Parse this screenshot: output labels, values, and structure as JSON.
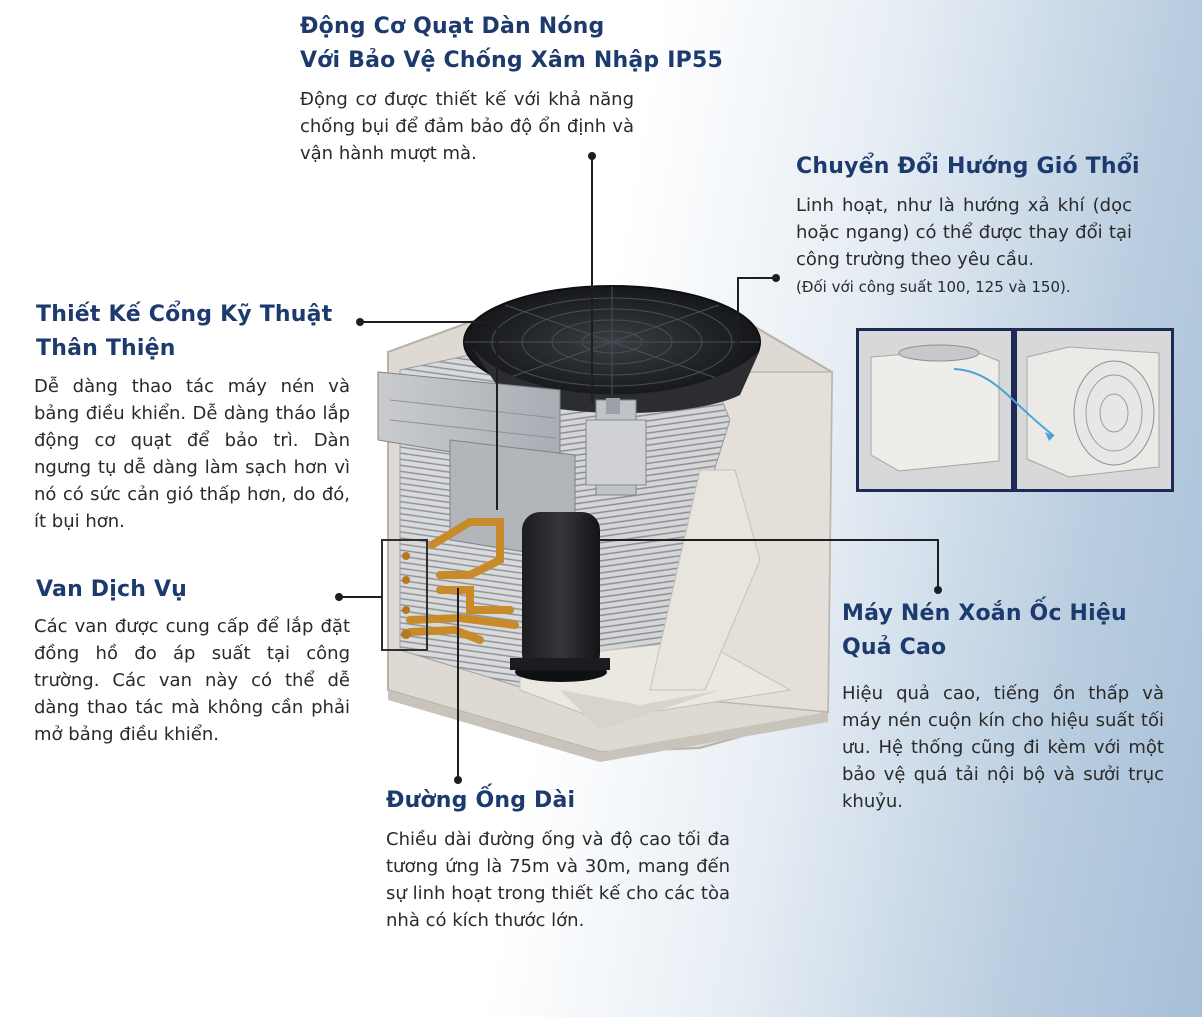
{
  "motor": {
    "title_line1": "Động Cơ Quạt Dàn Nóng",
    "title_line2": "Với Bảo Vệ Chống Xâm Nhập IP55",
    "desc": "Động cơ được thiết kế với khả năng chống bụi để đảm bảo độ ổn định và vận hành mượt mà."
  },
  "airflow": {
    "title": "Chuyển Đổi Hướng Gió Thổi",
    "desc": "Linh hoạt, như là hướng xả khí (dọc hoặc ngang) có thể được thay đổi tại công trường theo yêu cầu.",
    "note": "(Đối với công suất 100, 125 và 150)."
  },
  "design": {
    "title_line1": "Thiết Kế Cổng Kỹ Thuật",
    "title_line2": "Thân Thiện",
    "desc": "Dễ dàng thao tác máy nén và bảng điều khiển. Dễ dàng tháo lắp động cơ quạt để bảo trì. Dàn ngưng tụ dễ dàng làm sạch hơn vì nó có sức cản gió thấp hơn, do đó, ít bụi hơn."
  },
  "valve": {
    "title": "Van Dịch Vụ",
    "desc": "Các van được cung cấp để lắp đặt đồng hồ đo áp suất tại công trường. Các van này có thể dễ dàng thao tác mà không cần phải mở bảng điều khiển."
  },
  "compressor": {
    "title_line1": "Máy Nén Xoắn Ốc Hiệu",
    "title_line2": "Quả Cao",
    "desc": "Hiệu quả cao, tiếng ồn thấp và máy nén cuộn kín cho hiệu suất tối ưu. Hệ thống cũng đi kèm với một bảo vệ quá tải nội bộ và sưởi trục khuỷu."
  },
  "piping": {
    "title": "Đường Ống Dài",
    "desc": "Chiều dài đường ống và độ cao tối đa tương ứng là 75m và 30m, mang đến sự linh hoạt trong thiết kế cho các tòa nhà có kích thước lớn."
  },
  "colors": {
    "title": "#1d3a6e",
    "text": "#2a2a2a",
    "unit_body": "#dedad3",
    "inset_frame": "#1e2a55"
  }
}
